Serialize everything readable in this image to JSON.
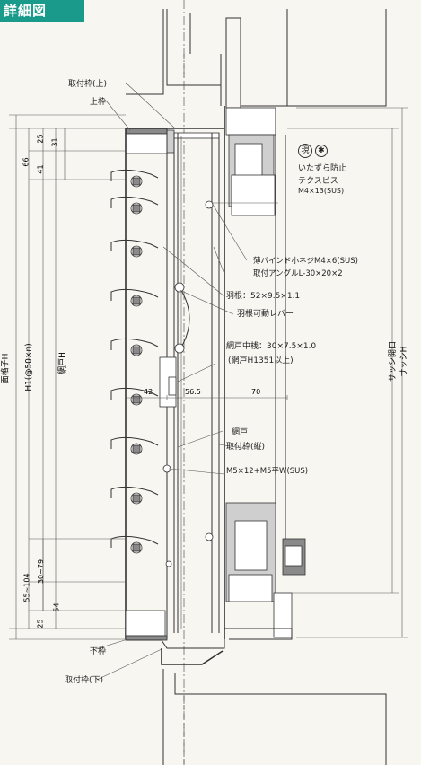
{
  "header": {
    "badge": "詳細図"
  },
  "labels": {
    "top_frame_attach": "取付枠(上)",
    "top_frame": "上枠",
    "tamper_marks": "現",
    "tamper": "いたずら防止",
    "tek_screw": "テクスビス",
    "tek_spec": "M4×13(SUS)",
    "bind_screw": "薄バインド小ネジM4×6(SUS)",
    "angle": "取付アングルL-30×20×2",
    "blade": "羽根：52×9.5×1.1",
    "lever": "羽根可動レバー",
    "mid_rail": "網戸中桟：30×7.5×1.0",
    "mid_rail_note": "(網戸H1351以上)",
    "screen_door": "網戸",
    "side_frame": "取付枠(縦)",
    "m5": "M5×12+M5平W(SUS)",
    "bottom_frame": "下枠",
    "bottom_frame_attach": "取付枠(下)"
  },
  "dims": {
    "d25_top": "25",
    "d31": "31",
    "d66": "66",
    "d41": "41",
    "d_lattice_h": "面格子H",
    "d_h1": "H1(@50×n)",
    "d_screen_h": "網戸H",
    "d55_104": "55~104",
    "d30_79": "30~79",
    "d25_bot": "25",
    "d54": "54",
    "d42": "42",
    "d56": "56.5",
    "d70": "70",
    "d_sash_open": "サッシ開口",
    "d_sash_h": "サッシH"
  }
}
